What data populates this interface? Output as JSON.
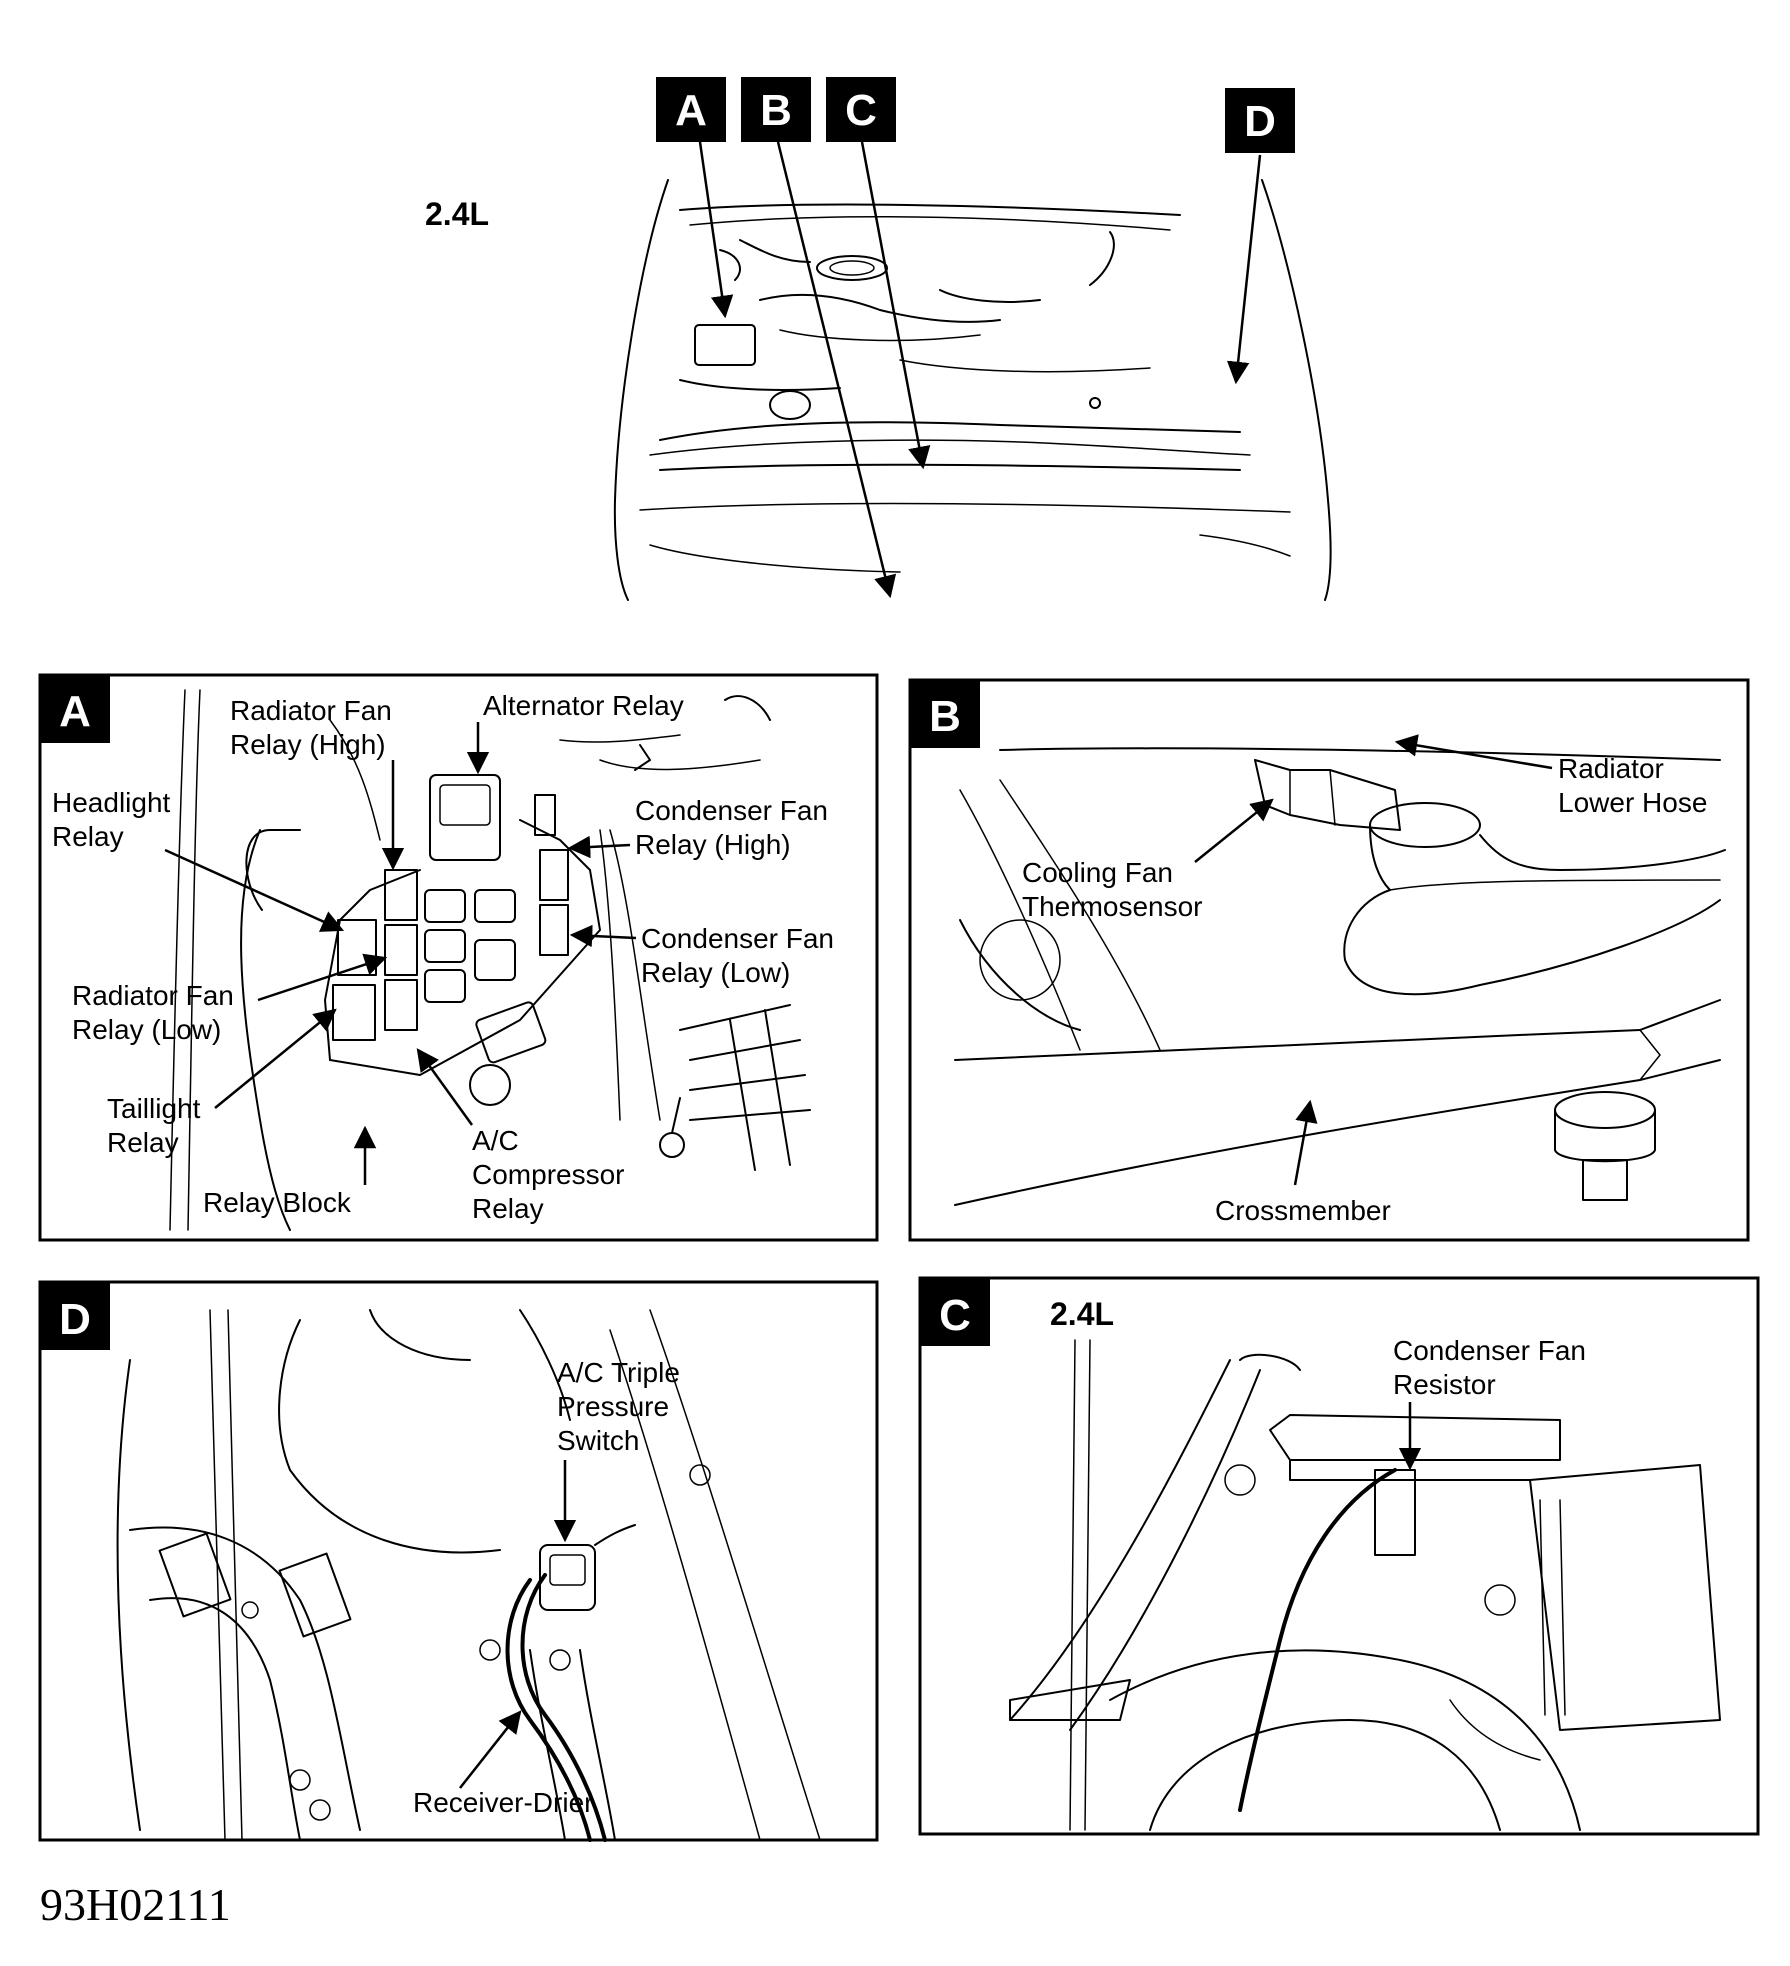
{
  "overview": {
    "engine_label": "2.4L",
    "tags": [
      "A",
      "B",
      "C",
      "D"
    ]
  },
  "panel_a": {
    "tag": "A",
    "labels": {
      "radiator_fan_relay_high": [
        "Radiator Fan",
        "Relay (High)"
      ],
      "alternator_relay": [
        "Alternator Relay"
      ],
      "headlight_relay": [
        "Headlight",
        "Relay"
      ],
      "condenser_fan_relay_high": [
        "Condenser Fan",
        "Relay (High)"
      ],
      "condenser_fan_relay_low": [
        "Condenser Fan",
        "Relay (Low)"
      ],
      "radiator_fan_relay_low": [
        "Radiator Fan",
        "Relay (Low)"
      ],
      "taillight_relay": [
        "Taillight",
        "Relay"
      ],
      "ac_compressor_relay": [
        "A/C",
        "Compressor",
        "Relay"
      ],
      "relay_block": [
        "Relay Block"
      ]
    }
  },
  "panel_b": {
    "tag": "B",
    "labels": {
      "radiator_lower_hose": [
        "Radiator",
        "Lower Hose"
      ],
      "cooling_fan_thermosensor": [
        "Cooling Fan",
        "Thermosensor"
      ],
      "crossmember": [
        "Crossmember"
      ]
    }
  },
  "panel_d": {
    "tag": "D",
    "labels": {
      "ac_triple_pressure_switch": [
        "A/C Triple",
        "Pressure",
        "Switch"
      ],
      "receiver_drier": [
        "Receiver-Drier"
      ]
    }
  },
  "panel_c": {
    "tag": "C",
    "engine_label": "2.4L",
    "labels": {
      "condenser_fan_resistor": [
        "Condenser Fan",
        "Resistor"
      ]
    }
  },
  "figure_code": "93H02111"
}
